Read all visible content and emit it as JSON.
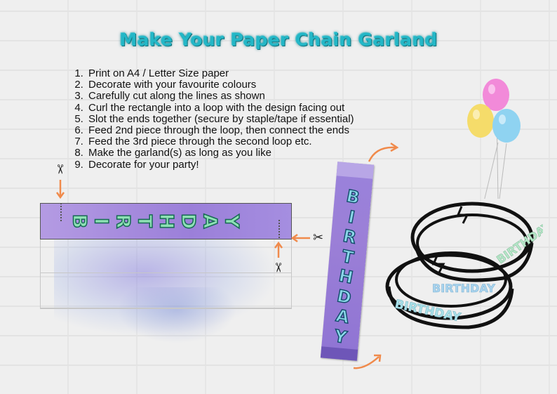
{
  "title": "Make Your Paper Chain Garland",
  "steps": [
    "Print on A4 / Letter Size paper",
    "Decorate with your favourite colours",
    "Carefully cut along the lines as shown",
    "Curl the rectangle into a loop with the design facing out",
    "Slot the ends together (secure by staple/tape if essential)",
    "Feed 2nd piece through the loop, then connect the ends",
    "Feed the 3rd piece through the second loop etc.",
    "Make the garland(s) as long as you like",
    "Decorate for your party!"
  ],
  "strip_letters": [
    "B",
    "I",
    "R",
    "T",
    "H",
    "D",
    "A",
    "Y"
  ],
  "loop_text": "BIRTHDAY",
  "icons": {
    "scissors": "✂",
    "arrow": "arrow-icon",
    "balloons": "balloons-icon"
  },
  "colors": {
    "title": "#23b7c7",
    "strip": "#9b7fd9",
    "letter_green": "#8de0b4",
    "letter_blue": "#8ad6e8",
    "arrow": "#f08a4b",
    "balloon_pink": "#f28ad9",
    "balloon_yellow": "#f5dc6a",
    "balloon_blue": "#8fd3f1"
  }
}
